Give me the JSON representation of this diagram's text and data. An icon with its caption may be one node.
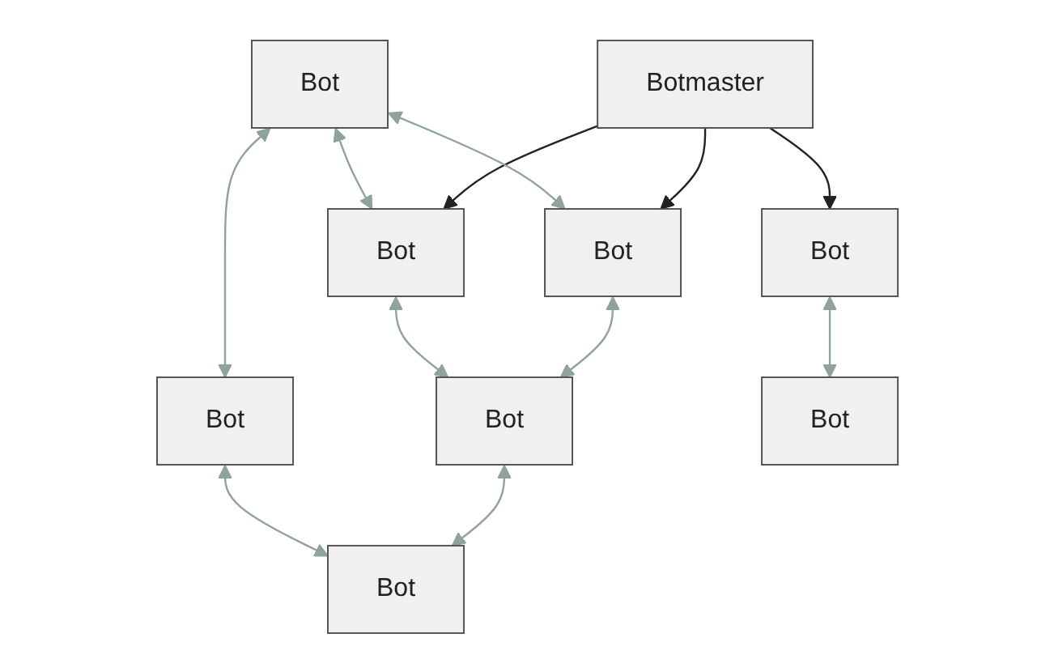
{
  "diagram": {
    "nodes": [
      {
        "text": [
          "Botmaster"
        ]
      },
      {
        "text": [
          "Bot"
        ]
      },
      {
        "text": [
          "Bot"
        ]
      },
      {
        "text": [
          "Bot"
        ]
      },
      {
        "text": [
          "Bot"
        ]
      },
      {
        "text": [
          "Bot"
        ]
      },
      {
        "text": [
          "Bot"
        ]
      },
      {
        "text": [
          "Bot"
        ]
      },
      {
        "text": [
          "Bot"
        ]
      }
    ],
    "edges": [
      {
        "from": 0,
        "to": 2,
        "arrow": "to",
        "color": "#222222"
      },
      {
        "from": 0,
        "to": 3,
        "arrow": "to",
        "color": "#222222"
      },
      {
        "from": 0,
        "to": 6,
        "arrow": "to",
        "color": "#222222"
      },
      {
        "from": 1,
        "to": 4,
        "arrow": "both"
      },
      {
        "from": 1,
        "to": 2,
        "arrow": "both"
      },
      {
        "from": 1,
        "to": 3,
        "arrow": "both"
      },
      {
        "from": 2,
        "to": 5,
        "arrow": "both"
      },
      {
        "from": 3,
        "to": 5,
        "arrow": "both"
      },
      {
        "from": 5,
        "to": 8,
        "arrow": "both"
      },
      {
        "from": 4,
        "to": 8,
        "arrow": "both"
      },
      {
        "from": 6,
        "to": 7,
        "arrow": "both"
      }
    ]
  }
}
